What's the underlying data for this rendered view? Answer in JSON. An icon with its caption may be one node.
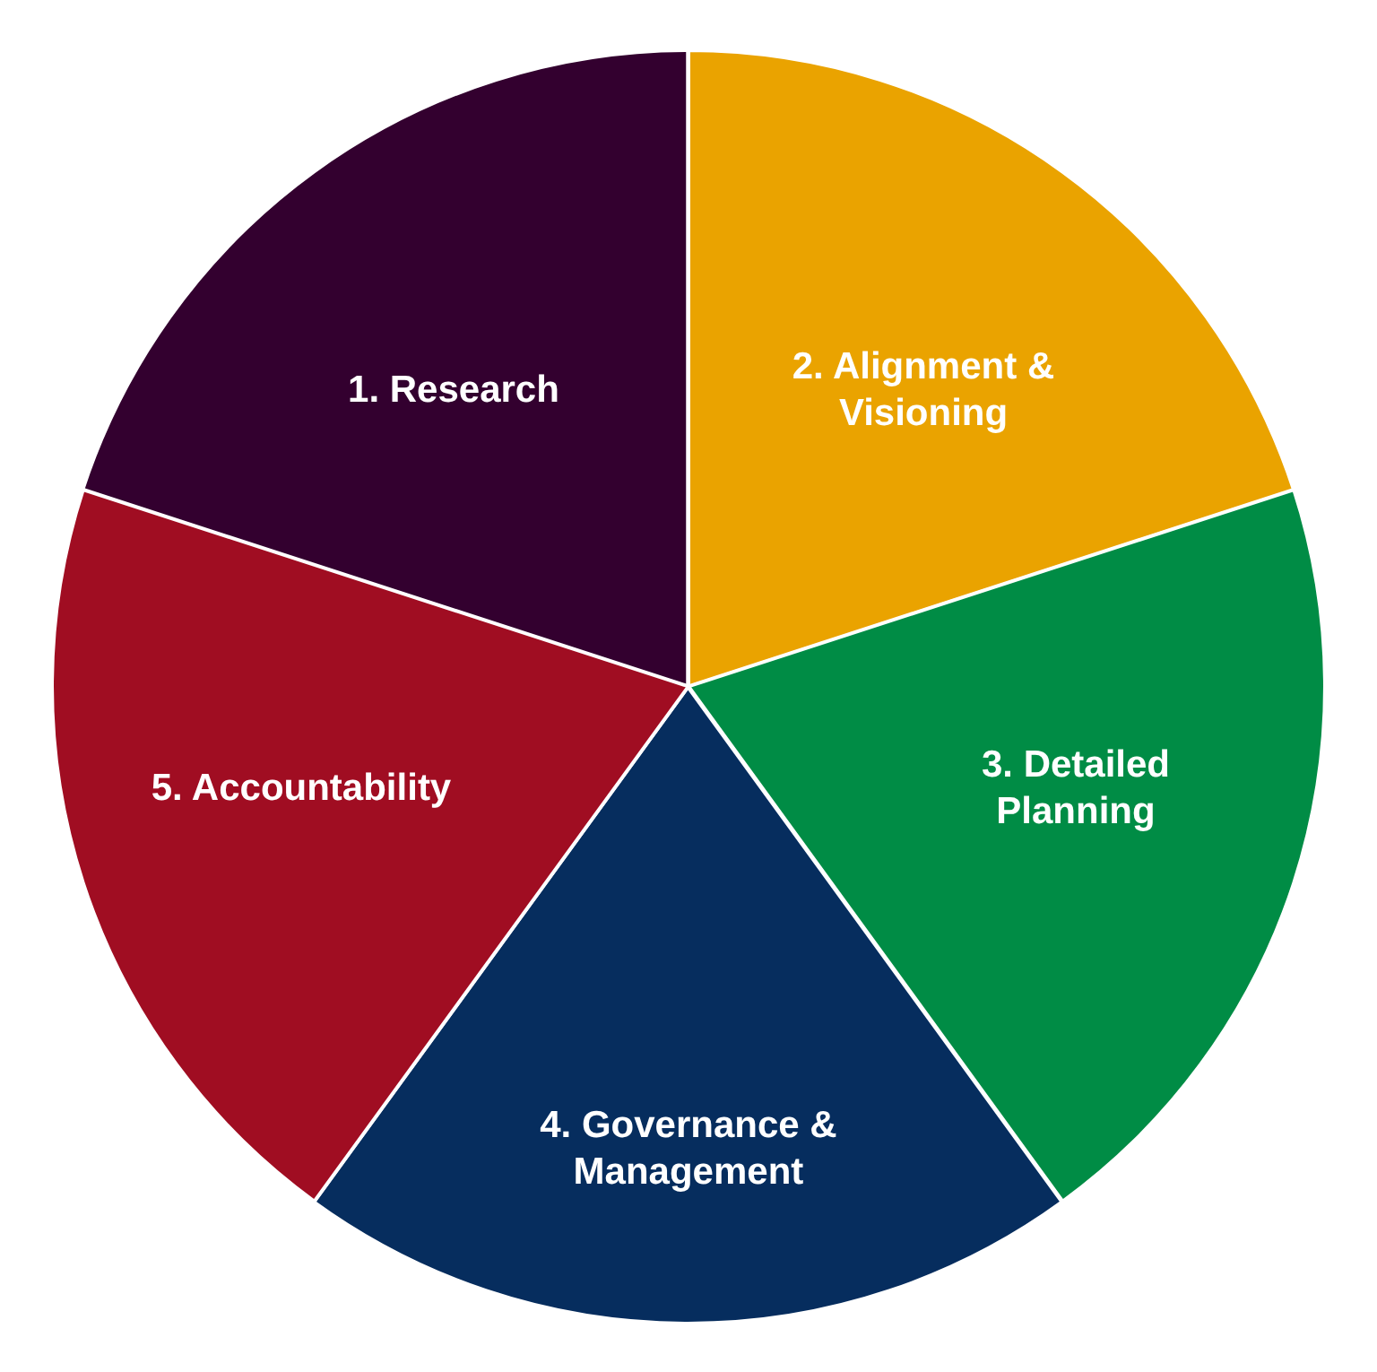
{
  "diagram": {
    "nodes": [
      {
        "text": [
          "1. Research"
        ]
      },
      {
        "text": [
          "2. Alignment & Visioning"
        ]
      },
      {
        "text": [
          "3. Detailed Planning"
        ]
      },
      {
        "text": [
          "4. Governance & Management"
        ]
      },
      {
        "text": [
          "5. Accountability"
        ]
      }
    ]
  }
}
